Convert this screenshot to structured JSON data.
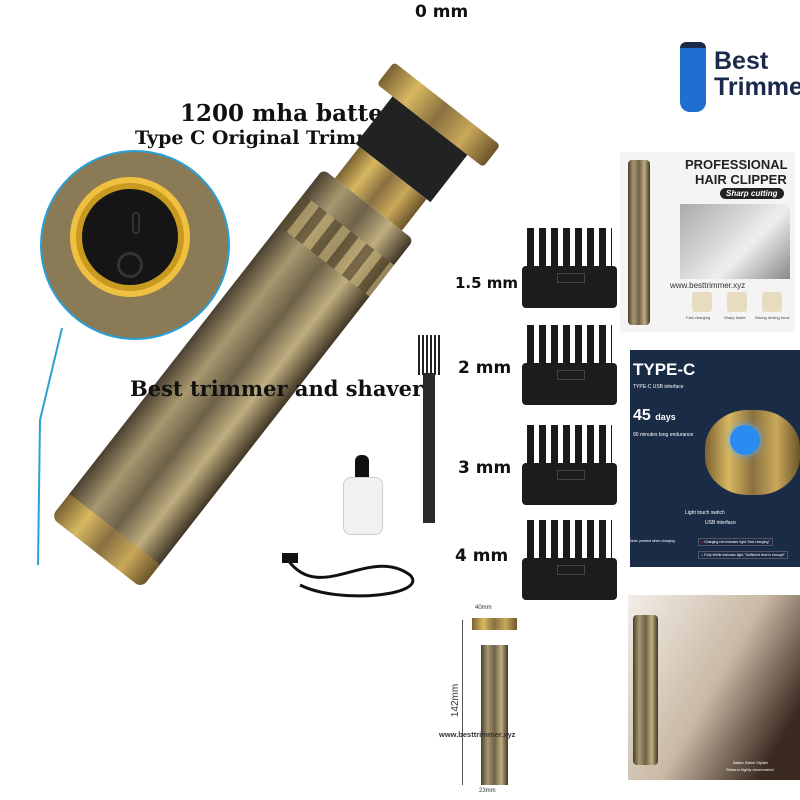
{
  "labels": {
    "zero": "0 mm",
    "battery": "1200 mha battery",
    "type_c": "Type C Original Trimmer",
    "tagline": "Best trimmer and shaver"
  },
  "logo": {
    "line1": "Best",
    "line2": "Trimmer",
    "color": "#1b2a4a",
    "icon_color": "#1e6fd0"
  },
  "guards": [
    {
      "label": "1.5 mm"
    },
    {
      "label": "2 mm"
    },
    {
      "label": "3 mm"
    },
    {
      "label": "4 mm"
    }
  ],
  "panel_clipper": {
    "title1": "PROFESSIONAL",
    "title2": "HAIR CLIPPER",
    "badge": "Sharp cutting",
    "watermark": "www.besttrimmer.xyz",
    "features": [
      "Fast charging",
      "Sharp blade",
      "Strong driving force"
    ]
  },
  "panel_typec": {
    "title": "TYPE-C",
    "subtitle": "TYPE-C USB interface",
    "days_num": "45",
    "days_unit": "days",
    "endurance": "90 minutes long endurance",
    "switch": "Light touch switch",
    "usb": "USB interface",
    "note": "Note: present when charging",
    "red": "Charging red indicator light-\"fast charging\"",
    "blue": "Fully-White indicator light-\"Sufficient time is enough\"",
    "bg": "#1a2b45"
  },
  "panel_dims": {
    "width_top": "40mm",
    "height": "142mm",
    "width_bottom": "23mm",
    "watermark": "www.besttrimmer.xyz"
  },
  "panel_salon": {
    "caption1": "Italian Salon Stylish",
    "caption2": "Stefano highly recommend"
  }
}
